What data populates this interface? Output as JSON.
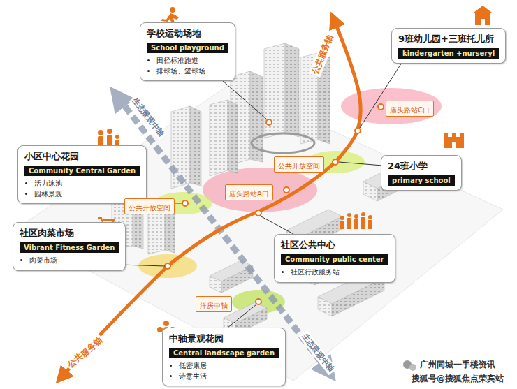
{
  "diagram": {
    "nodes": [
      {
        "text": [
          "学校运动场地",
          "School playground",
          "田径标准跑道",
          "排球场、篮球场"
        ]
      },
      {
        "text": [
          "9班幼儿园+三班托儿所",
          "kindergarten +nurseryl"
        ]
      },
      {
        "text": [
          "庙头路站C口"
        ]
      },
      {
        "text": [
          "小区中心花园",
          "Community Central Garden",
          "活力泳池",
          "园林景观"
        ]
      },
      {
        "text": [
          "公共开放空间"
        ]
      },
      {
        "text": [
          "24班小学",
          "primary school"
        ]
      },
      {
        "text": [
          "庙头路站A口"
        ]
      },
      {
        "text": [
          "公共开放空间"
        ]
      },
      {
        "text": [
          "社区肉菜市场",
          "Vibrant Fitness Garden",
          "肉菜市场"
        ]
      },
      {
        "text": [
          "社区公共中心",
          "Community public center",
          "社区行政服务站"
        ]
      },
      {
        "text": [
          "洋房中轴"
        ]
      },
      {
        "text": [
          "中轴景观花园",
          "Central landscape garden",
          "低密康居",
          "诗意生活"
        ]
      }
    ],
    "labels": [
      "公共服务轴",
      "生态景观中轴",
      "生态景观中轴",
      "公共服务轴",
      "广州同城一手楼资讯",
      "搜狐号@搜狐焦点荣宾站"
    ]
  }
}
